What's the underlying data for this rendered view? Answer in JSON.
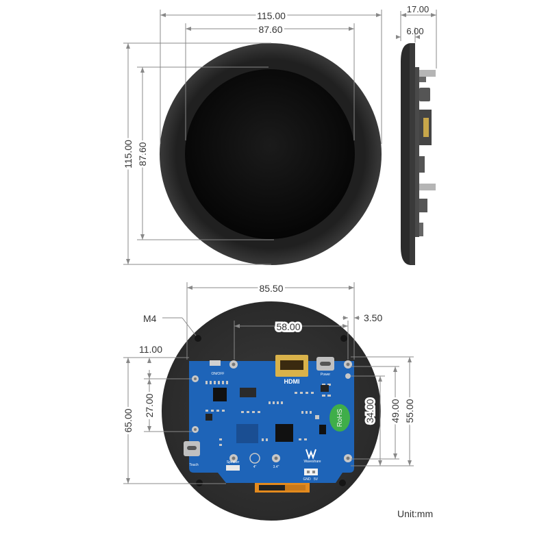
{
  "dimensions": {
    "front_outer_width": "115.00",
    "front_inner_width": "87.60",
    "front_outer_height": "115.00",
    "front_inner_height": "87.60",
    "side_total_depth": "17.00",
    "side_glass_depth": "6.00",
    "back_pcb_width": "85.50",
    "back_hole_spacing": "58.00",
    "back_hole_offset": "3.50",
    "back_top_offset": "11.00",
    "back_left_height_inner": "27.00",
    "back_left_height_outer": "65.00",
    "back_right_34": "34.00",
    "back_right_49": "49.00",
    "back_right_55": "55.00",
    "screw_label": "M4"
  },
  "pcb_labels": {
    "onoff": "ON/OFF",
    "hdmi": "HDMI",
    "power": "Power",
    "rohs": "RoHS",
    "speaker": "Speaker",
    "touch": "Touch",
    "size_4": "4\"",
    "size_34": "3.4\"",
    "brand": "Waveshare",
    "gnd": "GND",
    "v5": "5V"
  },
  "unit_label": "Unit:mm"
}
